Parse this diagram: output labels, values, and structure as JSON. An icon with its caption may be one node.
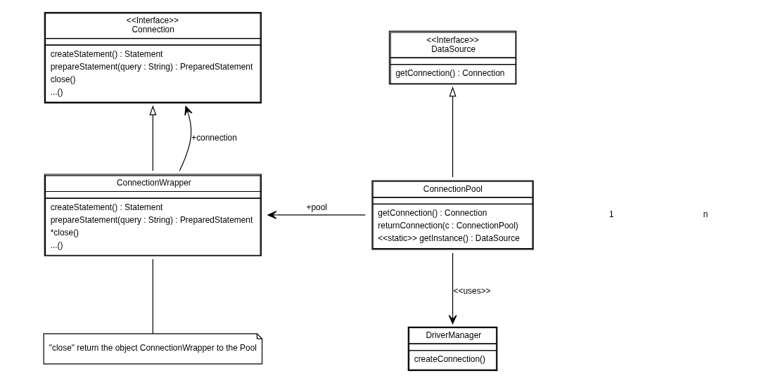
{
  "diagram": {
    "nodes": [
      {
        "text": [
          "<<Interface>>",
          "Connection",
          "createStatement() : Statement",
          "prepareStatement(query : String) : PreparedStatement",
          "close()",
          "...()"
        ]
      },
      {
        "text": [
          "<<Interface>>",
          "DataSource",
          "getConnection() : Connection"
        ]
      },
      {
        "text": [
          "ConnectionWrapper",
          "createStatement() : Statement",
          "prepareStatement(query : String) : PreparedStatement",
          "*close()",
          "...()"
        ]
      },
      {
        "text": [
          "ConnectionPool",
          "getConnection() : Connection",
          "returnConnection(c : ConnectionPool)",
          "<<static>> getInstance() : DataSource"
        ]
      },
      {
        "text": [
          "\"close\" return the object ConnectionWrapper to the Pool"
        ]
      },
      {
        "text": [
          "DriverManager",
          "createConnection()"
        ]
      }
    ],
    "edges": [
      {
        "from": 2,
        "to": 0,
        "arrow": "to"
      },
      {
        "from": 2,
        "to": 0,
        "arrow": "to",
        "label": "+connection"
      },
      {
        "from": 3,
        "to": 1,
        "arrow": "to"
      },
      {
        "from": 3,
        "to": 2,
        "arrow": "to",
        "label": "+pool"
      },
      {
        "from": 4,
        "to": 2,
        "arrow": "none"
      },
      {
        "from": 3,
        "to": 5,
        "arrow": "to",
        "label": "<<uses>>"
      }
    ],
    "labels": [
      "1",
      "n"
    ]
  }
}
